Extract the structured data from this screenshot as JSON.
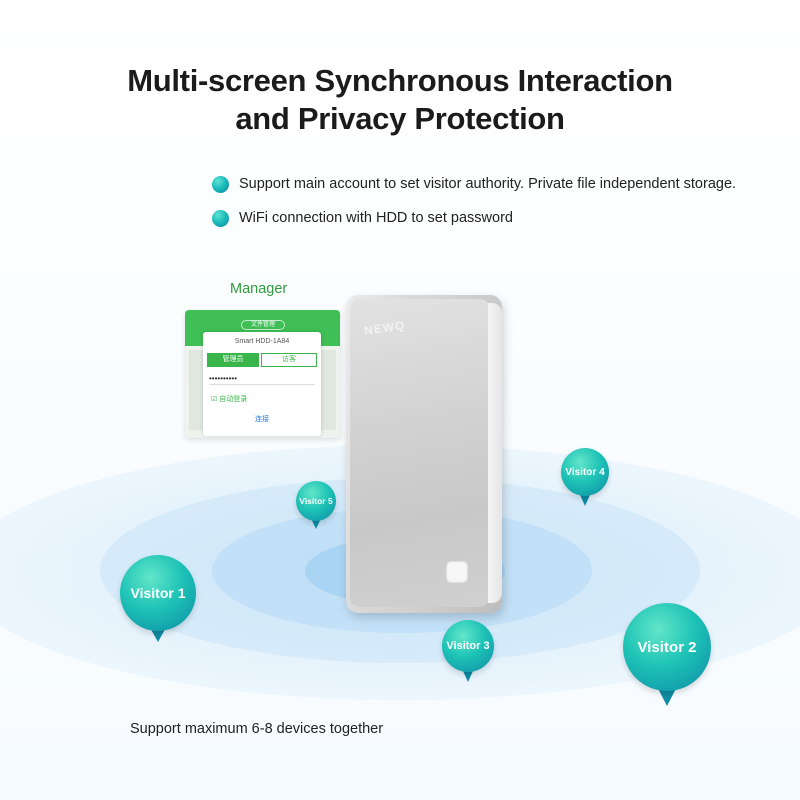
{
  "heading": {
    "line1": "Multi-screen Synchronous Interaction",
    "line2": "and Privacy Protection"
  },
  "bullets": [
    "Support main account to set visitor authority. Private file independent storage.",
    "WiFi connection with HDD to set password"
  ],
  "manager": {
    "label": "Manager",
    "chip": "文件管理",
    "dialog_title": "Smart HDD-1A84",
    "tab_admin": "管理员",
    "tab_visitor": "访客",
    "password": "••••••••••",
    "auto_login": "☑  自动登录",
    "connect": "连接"
  },
  "device": {
    "brand": "NEWQ"
  },
  "visitors": [
    "Visitor 1",
    "Visitor 2",
    "Visitor 3",
    "Visitor 4",
    "Visitor 5"
  ],
  "footer": "Support maximum 6-8 devices together",
  "colors": {
    "accent_teal": "#1ec3b6",
    "manager_green": "#2e9b3f"
  }
}
